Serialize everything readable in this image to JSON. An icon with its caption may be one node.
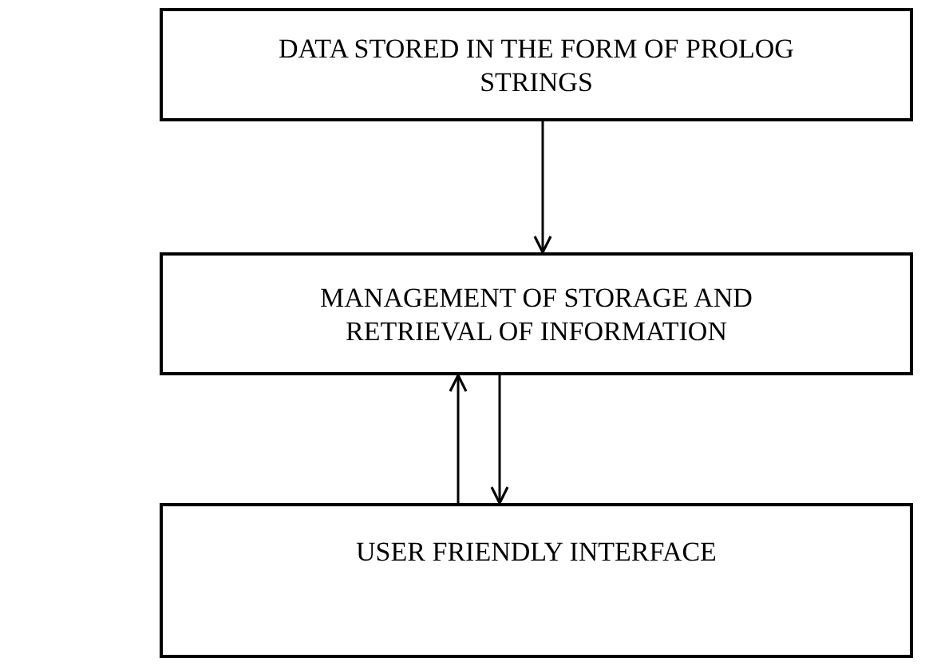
{
  "diagram": {
    "nodes": [
      {
        "text": [
          "DATA STORED IN THE FORM OF PROLOG STRINGS"
        ]
      },
      {
        "text": [
          "MANAGEMENT OF STORAGE AND RETRIEVAL OF INFORMATION"
        ]
      },
      {
        "text": [
          "USER FRIENDLY INTERFACE"
        ]
      }
    ],
    "edges": [
      {
        "from": 0,
        "to": 1,
        "arrow": "to"
      },
      {
        "from": 2,
        "to": 1,
        "arrow": "to"
      },
      {
        "from": 1,
        "to": 2,
        "arrow": "to"
      }
    ]
  }
}
